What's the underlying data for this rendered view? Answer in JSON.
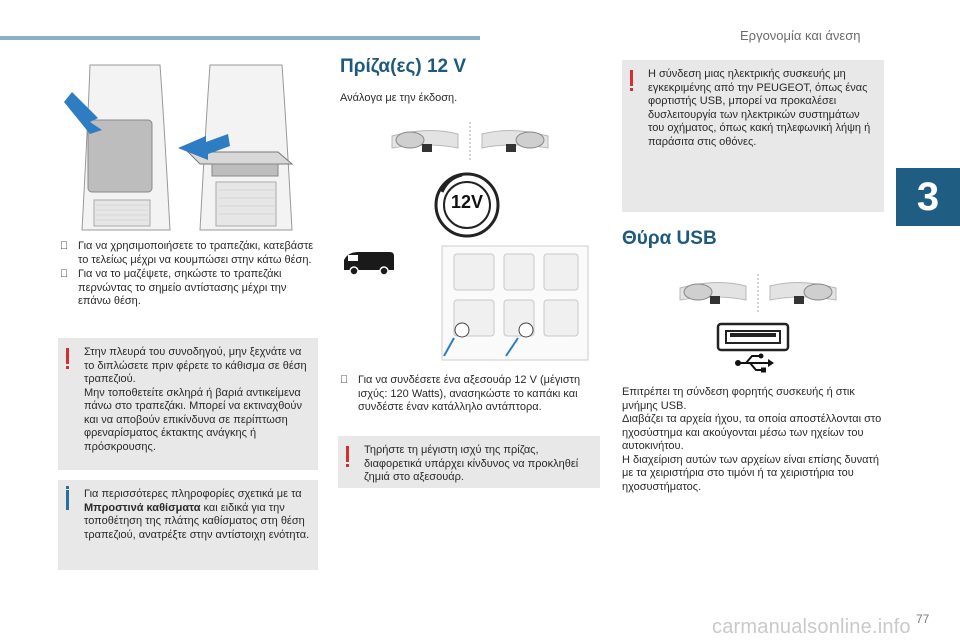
{
  "header": {
    "section_title": "Εργονομία και άνεση",
    "chapter_number": "3",
    "page_number": "77",
    "watermark": "carmanualsonline.info"
  },
  "left_column": {
    "bullets": [
      "Για να χρησιμοποιήσετε το τραπεζάκι, κατεβάστε το τελείως μέχρι να κουμπώσει στην κάτω θέση.",
      "Για να το μαζέψετε, σηκώστε το τραπεζάκι περνώντας το σημείο αντίστασης μέχρι την επάνω θέση."
    ],
    "warning": "Στην πλευρά του συνοδηγού, μην ξεχνάτε να το διπλώσετε πριν φέρετε το κάθισμα σε θέση τραπεζιού.\nΜην τοποθετείτε σκληρά ή βαριά αντικείμενα πάνω στο τραπεζάκι. Μπορεί να εκτιναχθούν και να αποβούν επικίνδυνα σε περίπτωση φρεναρίσματος έκτακτης ανάγκης ή πρόσκρουσης.",
    "info_prefix": "Για περισσότερες πληροφορίες σχετικά με τα ",
    "info_bold": "Μπροστινά καθίσματα",
    "info_suffix": " και ειδικά για την τοποθέτηση της πλάτης καθίσματος στη θέση τραπεζιού, ανατρέξτε στην αντίστοιχη ενότητα."
  },
  "middle_column": {
    "title": "Πρίζα(ες) 12 V",
    "subtitle": "Ανάλογα με την έκδοση.",
    "socket_label": "12V",
    "bullet": "Για να συνδέσετε ένα αξεσουάρ 12 V (μέγιστη ισχύς: 120 Watts), ανασηκώστε το καπάκι και συνδέστε έναν κατάλληλο αντάπτορα.",
    "warning": "Τηρήστε τη μέγιστη ισχύ της πρίζας, διαφορετικά υπάρχει κίνδυνος να προκληθεί ζημιά στο αξεσουάρ."
  },
  "right_column": {
    "warning": "Η σύνδεση μιας ηλεκτρικής συσκευής μη εγκεκριμένης από την PEUGEOT, όπως ένας φορτιστής USB, μπορεί να προκαλέσει δυσλειτουργία των ηλεκτρικών συστημάτων του οχήματος, όπως κακή τηλεφωνική λήψη ή παράσιτα στις οθόνες.",
    "title": "Θύρα USB",
    "body": "Επιτρέπει τη σύνδεση φορητής συσκευής ή στικ μνήμης USB.\nΔιαβάζει τα αρχεία ήχου, τα οποία αποστέλλονται στο ηχοσύστημα και ακούγονται μέσω των ηχείων του αυτοκινήτου.\nΗ διαχείριση αυτών των αρχείων είναι επίσης δυνατή με τα χειριστήρια στο τιμόνι ή τα χειριστήρια του ηχοσυστήματος."
  },
  "colors": {
    "accent_blue": "#1e5a7e",
    "warning_red": "#d1302e",
    "box_grey": "#e8e8e8"
  },
  "icons": [
    "seat-tray-illustration",
    "dashboard-steering-icon",
    "socket-12v-icon",
    "van-icon",
    "cabin-top-view",
    "usb-port-icon",
    "usb-symbol-icon"
  ]
}
